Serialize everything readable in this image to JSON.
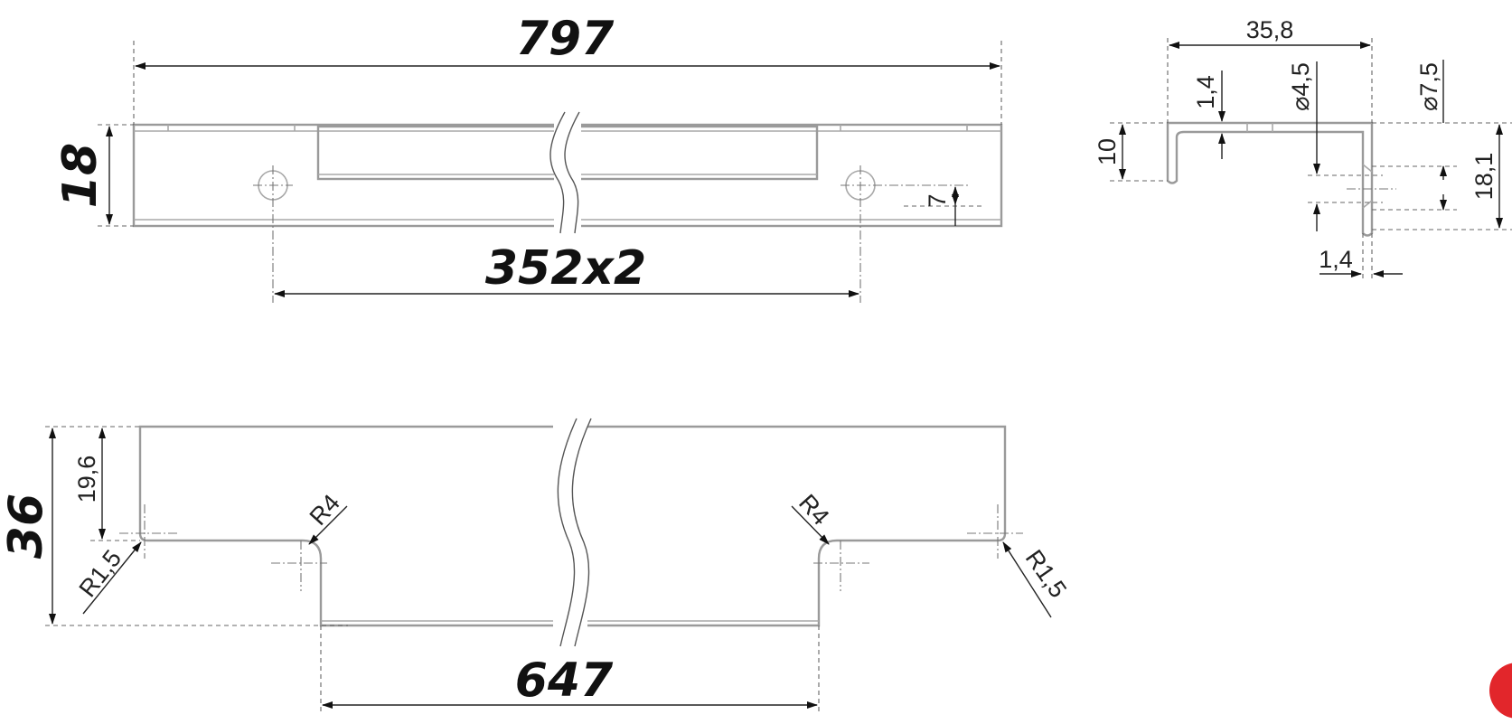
{
  "front_view": {
    "overall_length": "797",
    "height": "18",
    "hole_spacing": "352x2",
    "hole_offset": "7"
  },
  "section_view": {
    "width": "35,8",
    "wall_top": "1,4",
    "hole_small": "⌀4,5",
    "hole_large": "⌀7,5",
    "lip_height": "10",
    "total_height": "18,1",
    "wall_side": "1,4"
  },
  "cutout_view": {
    "depth": "36",
    "step_depth": "19,6",
    "radius_left_outer": "R1,5",
    "radius_left_inner": "R4",
    "radius_right_inner": "R4",
    "radius_right_outer": "R1,5",
    "cutout_length": "647"
  },
  "colors": {
    "badge": "#e2262b"
  }
}
